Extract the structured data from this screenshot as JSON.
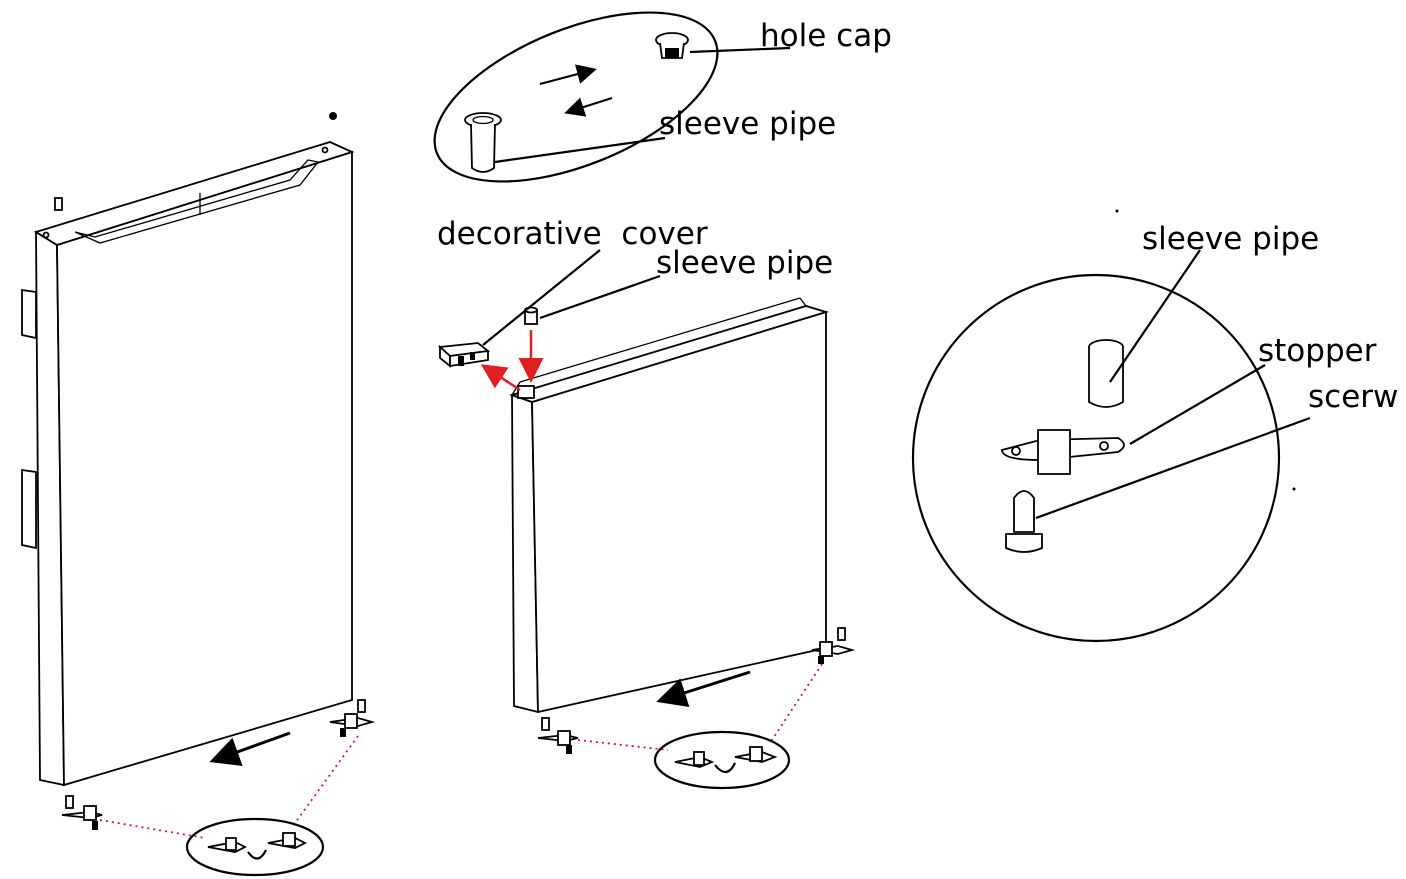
{
  "labels": {
    "hole_cap": "hole cap",
    "sleeve_pipe_top": "sleeve pipe",
    "decorative_cover": "decorative  cover",
    "sleeve_pipe_mid": "sleeve pipe",
    "sleeve_pipe_right": "sleeve pipe",
    "stopper": "stopper",
    "scerw": "scerw"
  },
  "colors": {
    "line": "#000000",
    "arrow_red": "#e02020",
    "dotted_red": "#c02020",
    "background": "#ffffff"
  }
}
